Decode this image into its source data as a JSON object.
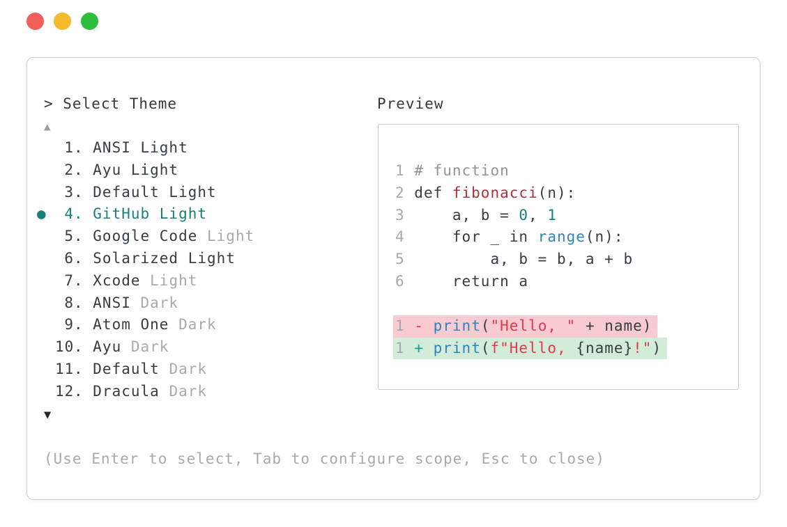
{
  "window_controls": {
    "close_color": "#f15f58",
    "minimize_color": "#f4b92d",
    "zoom_color": "#2ebd3d"
  },
  "prompt": "> Select Theme",
  "theme_list": {
    "up_arrow": "▲",
    "down_arrow": "▼",
    "bullet_glyph": "●",
    "items": [
      {
        "num": "1",
        "name": "ANSI Light",
        "suffix": "",
        "selected": false
      },
      {
        "num": "2",
        "name": "Ayu Light",
        "suffix": "",
        "selected": false
      },
      {
        "num": "3",
        "name": "Default Light",
        "suffix": "",
        "selected": false
      },
      {
        "num": "4",
        "name": "GitHub Light",
        "suffix": "",
        "selected": true
      },
      {
        "num": "5",
        "name": "Google Code",
        "suffix": "Light",
        "selected": false
      },
      {
        "num": "6",
        "name": "Solarized Light",
        "suffix": "",
        "selected": false
      },
      {
        "num": "7",
        "name": "Xcode",
        "suffix": "Light",
        "selected": false
      },
      {
        "num": "8",
        "name": "ANSI",
        "suffix": "Dark",
        "selected": false
      },
      {
        "num": "9",
        "name": "Atom One",
        "suffix": "Dark",
        "selected": false
      },
      {
        "num": "10",
        "name": "Ayu",
        "suffix": "Dark",
        "selected": false
      },
      {
        "num": "11",
        "name": "Default",
        "suffix": "Dark",
        "selected": false
      },
      {
        "num": "12",
        "name": "Dracula",
        "suffix": "Dark",
        "selected": false
      }
    ]
  },
  "hint": "(Use Enter to select, Tab to configure scope, Esc to close)",
  "preview": {
    "label": "Preview",
    "code_lines": [
      [
        [
          "num",
          "1 "
        ],
        [
          "com",
          "# function"
        ]
      ],
      [
        [
          "num",
          "2 "
        ],
        [
          "plain",
          "def "
        ],
        [
          "func",
          "fibonacci"
        ],
        [
          "plain",
          "(n):"
        ]
      ],
      [
        [
          "num",
          "3 "
        ],
        [
          "plain",
          "    a, b = "
        ],
        [
          "lit",
          "0"
        ],
        [
          "plain",
          ", "
        ],
        [
          "lit",
          "1"
        ]
      ],
      [
        [
          "num",
          "4 "
        ],
        [
          "plain",
          "    for _ in "
        ],
        [
          "call",
          "range"
        ],
        [
          "plain",
          "(n):"
        ]
      ],
      [
        [
          "num",
          "5 "
        ],
        [
          "plain",
          "        a, b = b, a + b"
        ]
      ],
      [
        [
          "num",
          "6 "
        ],
        [
          "plain",
          "    return a"
        ]
      ]
    ],
    "diff_lines": [
      {
        "kind": "removed",
        "bg": "#f7cbcf",
        "segments": [
          [
            "num",
            "1"
          ],
          [
            "plain",
            " "
          ],
          [
            "str",
            "-"
          ],
          [
            "plain",
            " "
          ],
          [
            "call",
            "print"
          ],
          [
            "plain",
            "("
          ],
          [
            "str",
            "\"Hello, \""
          ],
          [
            "plain",
            " + name)"
          ]
        ]
      },
      {
        "kind": "added",
        "bg": "#d3ecda",
        "segments": [
          [
            "num",
            "1"
          ],
          [
            "plain",
            " "
          ],
          [
            "plus",
            "+"
          ],
          [
            "plain",
            " "
          ],
          [
            "call",
            "print"
          ],
          [
            "plain",
            "("
          ],
          [
            "str",
            "f\"Hello, "
          ],
          [
            "plain",
            "{name}"
          ],
          [
            "str",
            "!\""
          ],
          [
            "plain",
            ")"
          ]
        ]
      }
    ]
  },
  "colors": {
    "plain": "#373c44",
    "num": "#a5a9ad",
    "com": "#8e968f",
    "func": "#a9333d",
    "lit": "#17807a",
    "call": "#2e83c0",
    "str": "#dc3a4f",
    "plus": "#169e8e",
    "selected": "#17807a",
    "muted": "#a6aaae",
    "hint": "#a6aaae"
  }
}
